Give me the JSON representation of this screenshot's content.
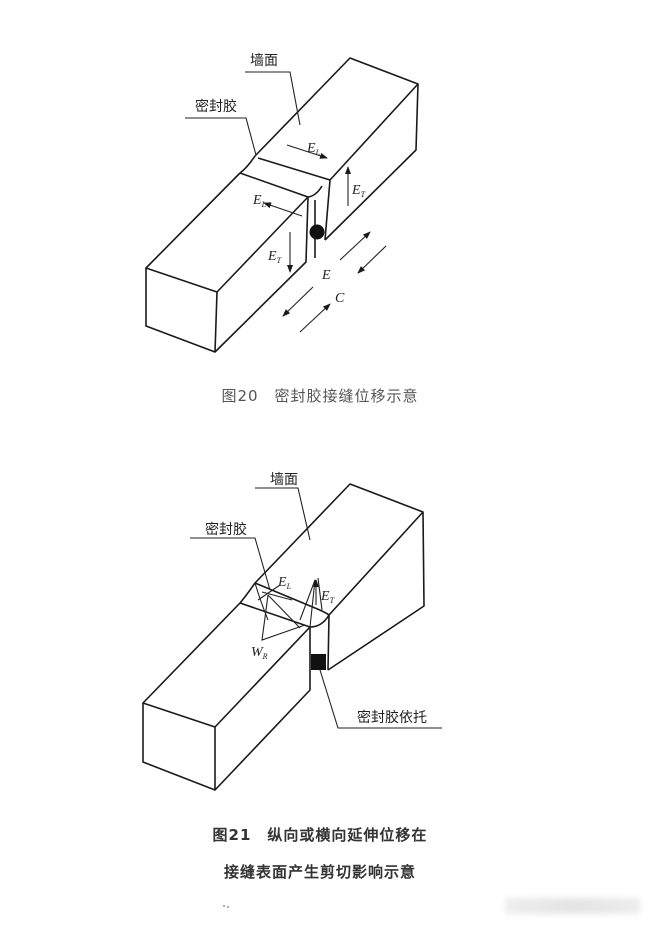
{
  "figure20": {
    "label_wall": "墙面",
    "label_sealant": "密封胶",
    "var_E": "E",
    "sub_L": "L",
    "sub_T": "T",
    "var_E_motion": "E",
    "var_C_motion": "C",
    "caption": "图20　密封胶接缝位移示意"
  },
  "figure21": {
    "label_wall": "墙面",
    "label_sealant": "密封胶",
    "label_backer": "密封胶依托",
    "var_E": "E",
    "var_W": "W",
    "sub_L": "L",
    "sub_T": "T",
    "sub_R": "R",
    "caption_line1": "图21　纵向或横向延伸位移在",
    "caption_line2": "接缝表面产生剪切影响示意"
  }
}
